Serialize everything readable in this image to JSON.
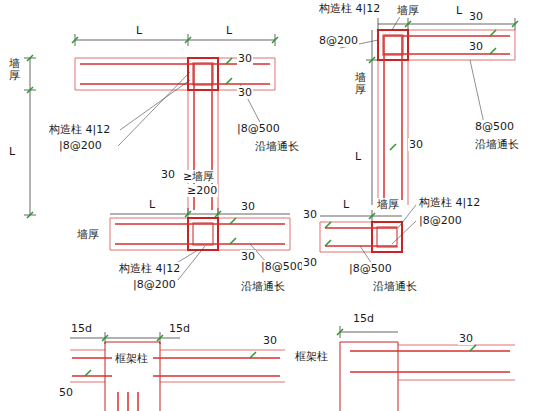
{
  "diagram": {
    "labels": [
      "L",
      "L",
      "墙厚",
      "30",
      "30",
      "L",
      "构造柱 4|12",
      "|8@200",
      "30",
      "|8@500",
      "沿墙通长",
      "构造柱 4|12",
      "墙厚",
      "L",
      "30",
      "30",
      "8@200",
      "墙厚",
      "L",
      "8@500",
      "30",
      "沿墙通长",
      "≥墙厚",
      "≥200",
      "L",
      "L",
      "墙厚",
      "30",
      "30",
      "构造柱 4|12",
      "|8@200",
      "|8@500",
      "沿墙通长",
      "L",
      "墙厚",
      "构造柱 4|12",
      "|8@200",
      "30",
      "30",
      "|8@500",
      "沿墙通长",
      "15d",
      "框架柱",
      "15d",
      "30",
      "50",
      "15d",
      "框架柱",
      "30"
    ]
  }
}
